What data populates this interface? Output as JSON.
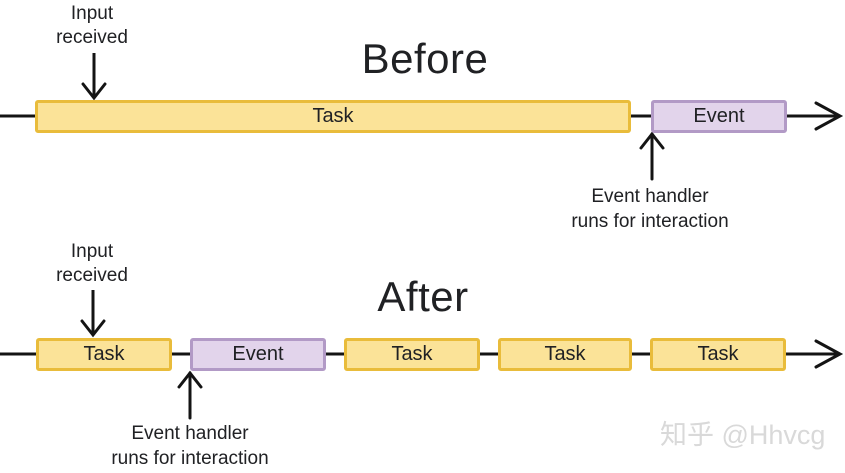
{
  "before": {
    "title": "Before",
    "input_label": "Input\nreceived",
    "annotation": "Event handler\nruns for interaction",
    "segments": [
      {
        "type": "task",
        "label": "Task"
      },
      {
        "type": "event",
        "label": "Event"
      }
    ]
  },
  "after": {
    "title": "After",
    "input_label": "Input\nreceived",
    "annotation": "Event handler\nruns for interaction",
    "segments": [
      {
        "type": "task",
        "label": "Task"
      },
      {
        "type": "event",
        "label": "Event"
      },
      {
        "type": "task",
        "label": "Task"
      },
      {
        "type": "task",
        "label": "Task"
      },
      {
        "type": "task",
        "label": "Task"
      }
    ]
  },
  "watermark": "知乎 @Hhvcg",
  "colors": {
    "task_fill": "#FBE398",
    "task_border": "#E9BC3B",
    "event_fill": "#E2D4EB",
    "event_border": "#B29AC6",
    "line": "#141414",
    "text": "#202124",
    "watermark": "#D9D9D9"
  }
}
